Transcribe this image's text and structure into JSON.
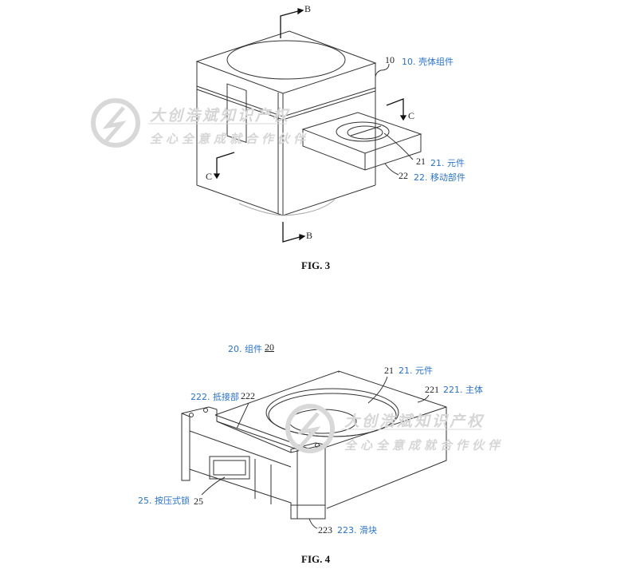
{
  "figure3": {
    "caption": "FIG. 3",
    "section_marks": {
      "b_top": "B",
      "b_bottom": "B",
      "c_right": "C",
      "c_left": "C"
    },
    "callouts": [
      {
        "num": "10",
        "label": "10. 壳体组件"
      },
      {
        "num": "21",
        "label": "21. 元件"
      },
      {
        "num": "22",
        "label": "22. 移动部件"
      }
    ]
  },
  "figure4": {
    "caption": "FIG. 4",
    "assembly": {
      "label": "20. 组件",
      "num": "20"
    },
    "callouts": [
      {
        "num": "21",
        "label": "21. 元件"
      },
      {
        "num": "221",
        "label": "221. 主体"
      },
      {
        "num": "222",
        "label": "222. 抵接部"
      },
      {
        "num": "25",
        "label": "25. 按压式锁"
      },
      {
        "num": "223",
        "label": "223. 滑块"
      }
    ]
  },
  "watermark": {
    "line1": "大创浩斌知识产权",
    "line2": "全心全意成就合作伙伴"
  },
  "colors": {
    "label": "#2a73c8",
    "line": "#333333",
    "watermark": "#d6d6d6"
  }
}
